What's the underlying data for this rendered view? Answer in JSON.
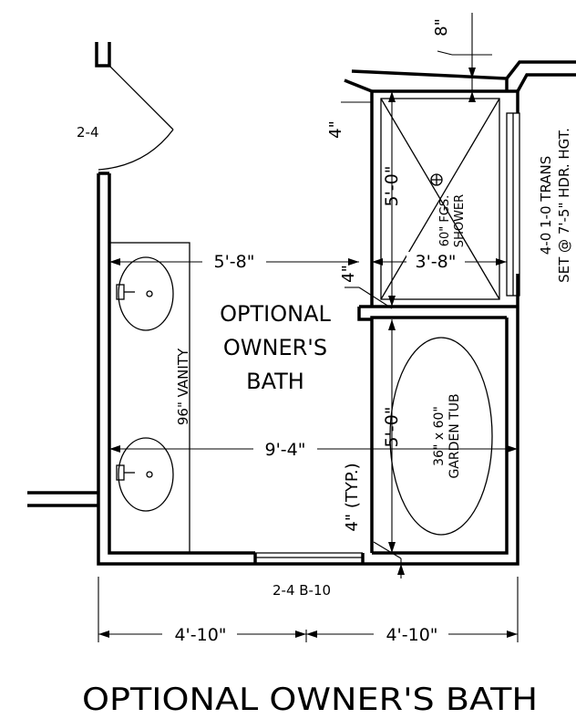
{
  "drawing_title": "OPTIONAL OWNER'S BATH",
  "room_label": [
    "OPTIONAL",
    "OWNER'S",
    "BATH"
  ],
  "fixtures": {
    "vanity": "96\" VANITY",
    "shower_line1": "60\" FGS.",
    "shower_line2": "SHOWER",
    "tub_line1": "36\" x 60\"",
    "tub_line2": "GARDEN TUB"
  },
  "window_note": [
    "4-0 1-0 TRANS",
    "SET @ 7'-5\" HDR. HGT."
  ],
  "doors": {
    "upper_left": "2-4",
    "bottom": "2-4 B-10"
  },
  "dimensions": {
    "wall_gap_top": "8\"",
    "wall_4_upper": "4\"",
    "wall_4_mid": "4\"",
    "wall_4_typ": "4\" (TYP.)",
    "vanity_to_wall": "5'-8\"",
    "shower_width": "3'-8\"",
    "shower_depth": "5'-0\"",
    "tub_depth": "5'-0\"",
    "overall_width": "9'-4\"",
    "left_half": "4'-10\"",
    "right_half": "4'-10\""
  }
}
